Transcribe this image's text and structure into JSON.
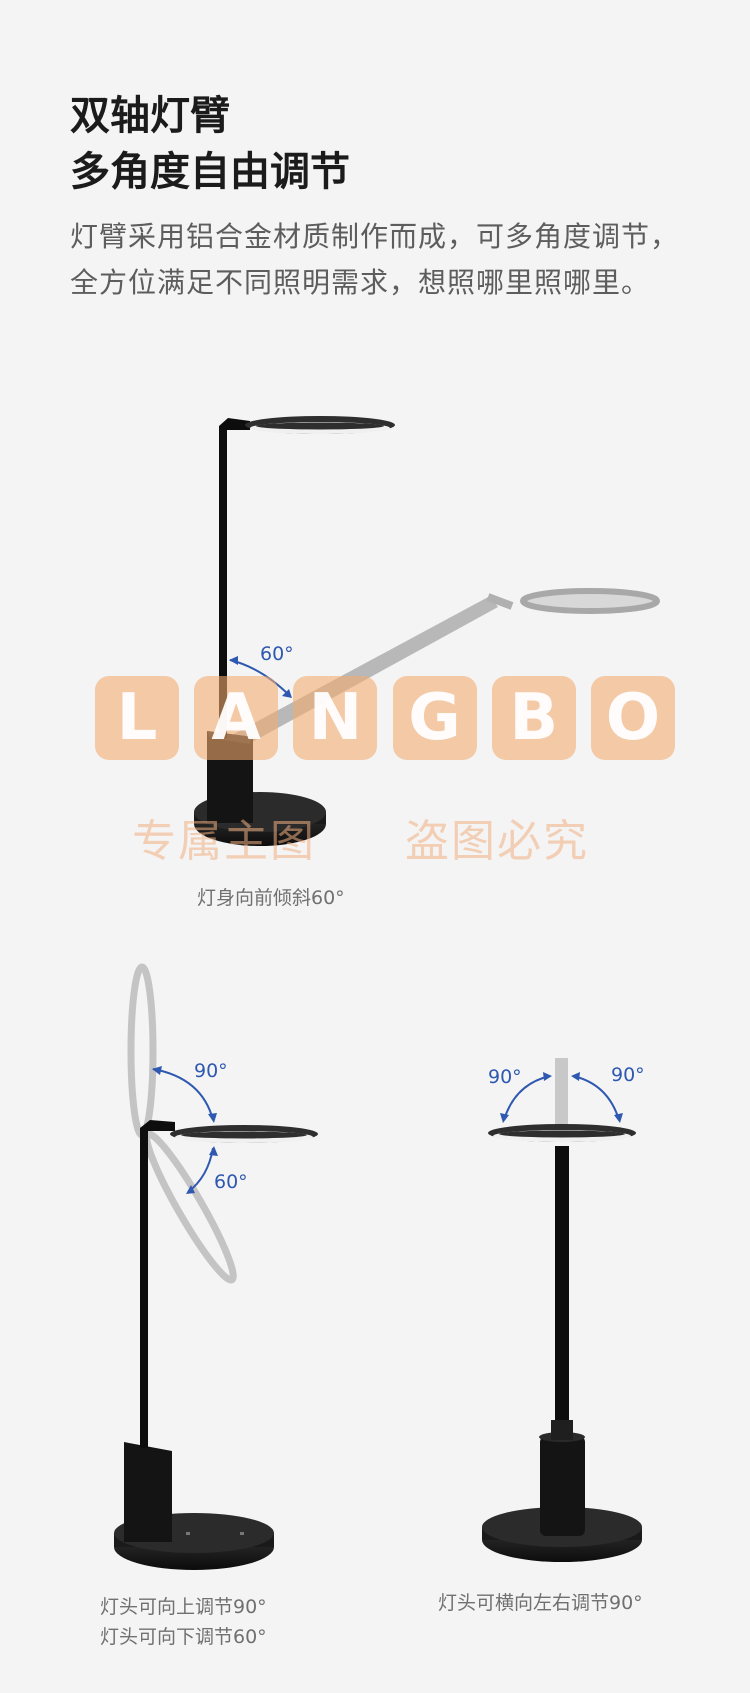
{
  "heading": {
    "line1": "双轴灯臂",
    "line2": "多角度自由调节"
  },
  "description": "灯臂采用铝合金材质制作而成，可多角度调节，全方位满足不同照明需求，想照哪里照哪里。",
  "watermark": {
    "letters": [
      "L",
      "A",
      "N",
      "G",
      "B",
      "O"
    ],
    "left_text": "专属主图",
    "right_text": "盗图必究"
  },
  "figure1": {
    "angle": "60°",
    "caption": "灯身向前倾斜60°"
  },
  "figure2": {
    "angle_up": "90°",
    "angle_down": "60°",
    "caption_line1": "灯头可向上调节90°",
    "caption_line2": "灯头可向下调节60°"
  },
  "figure3": {
    "angle_left": "90°",
    "angle_right": "90°",
    "caption": "灯头可横向左右调节90°"
  }
}
